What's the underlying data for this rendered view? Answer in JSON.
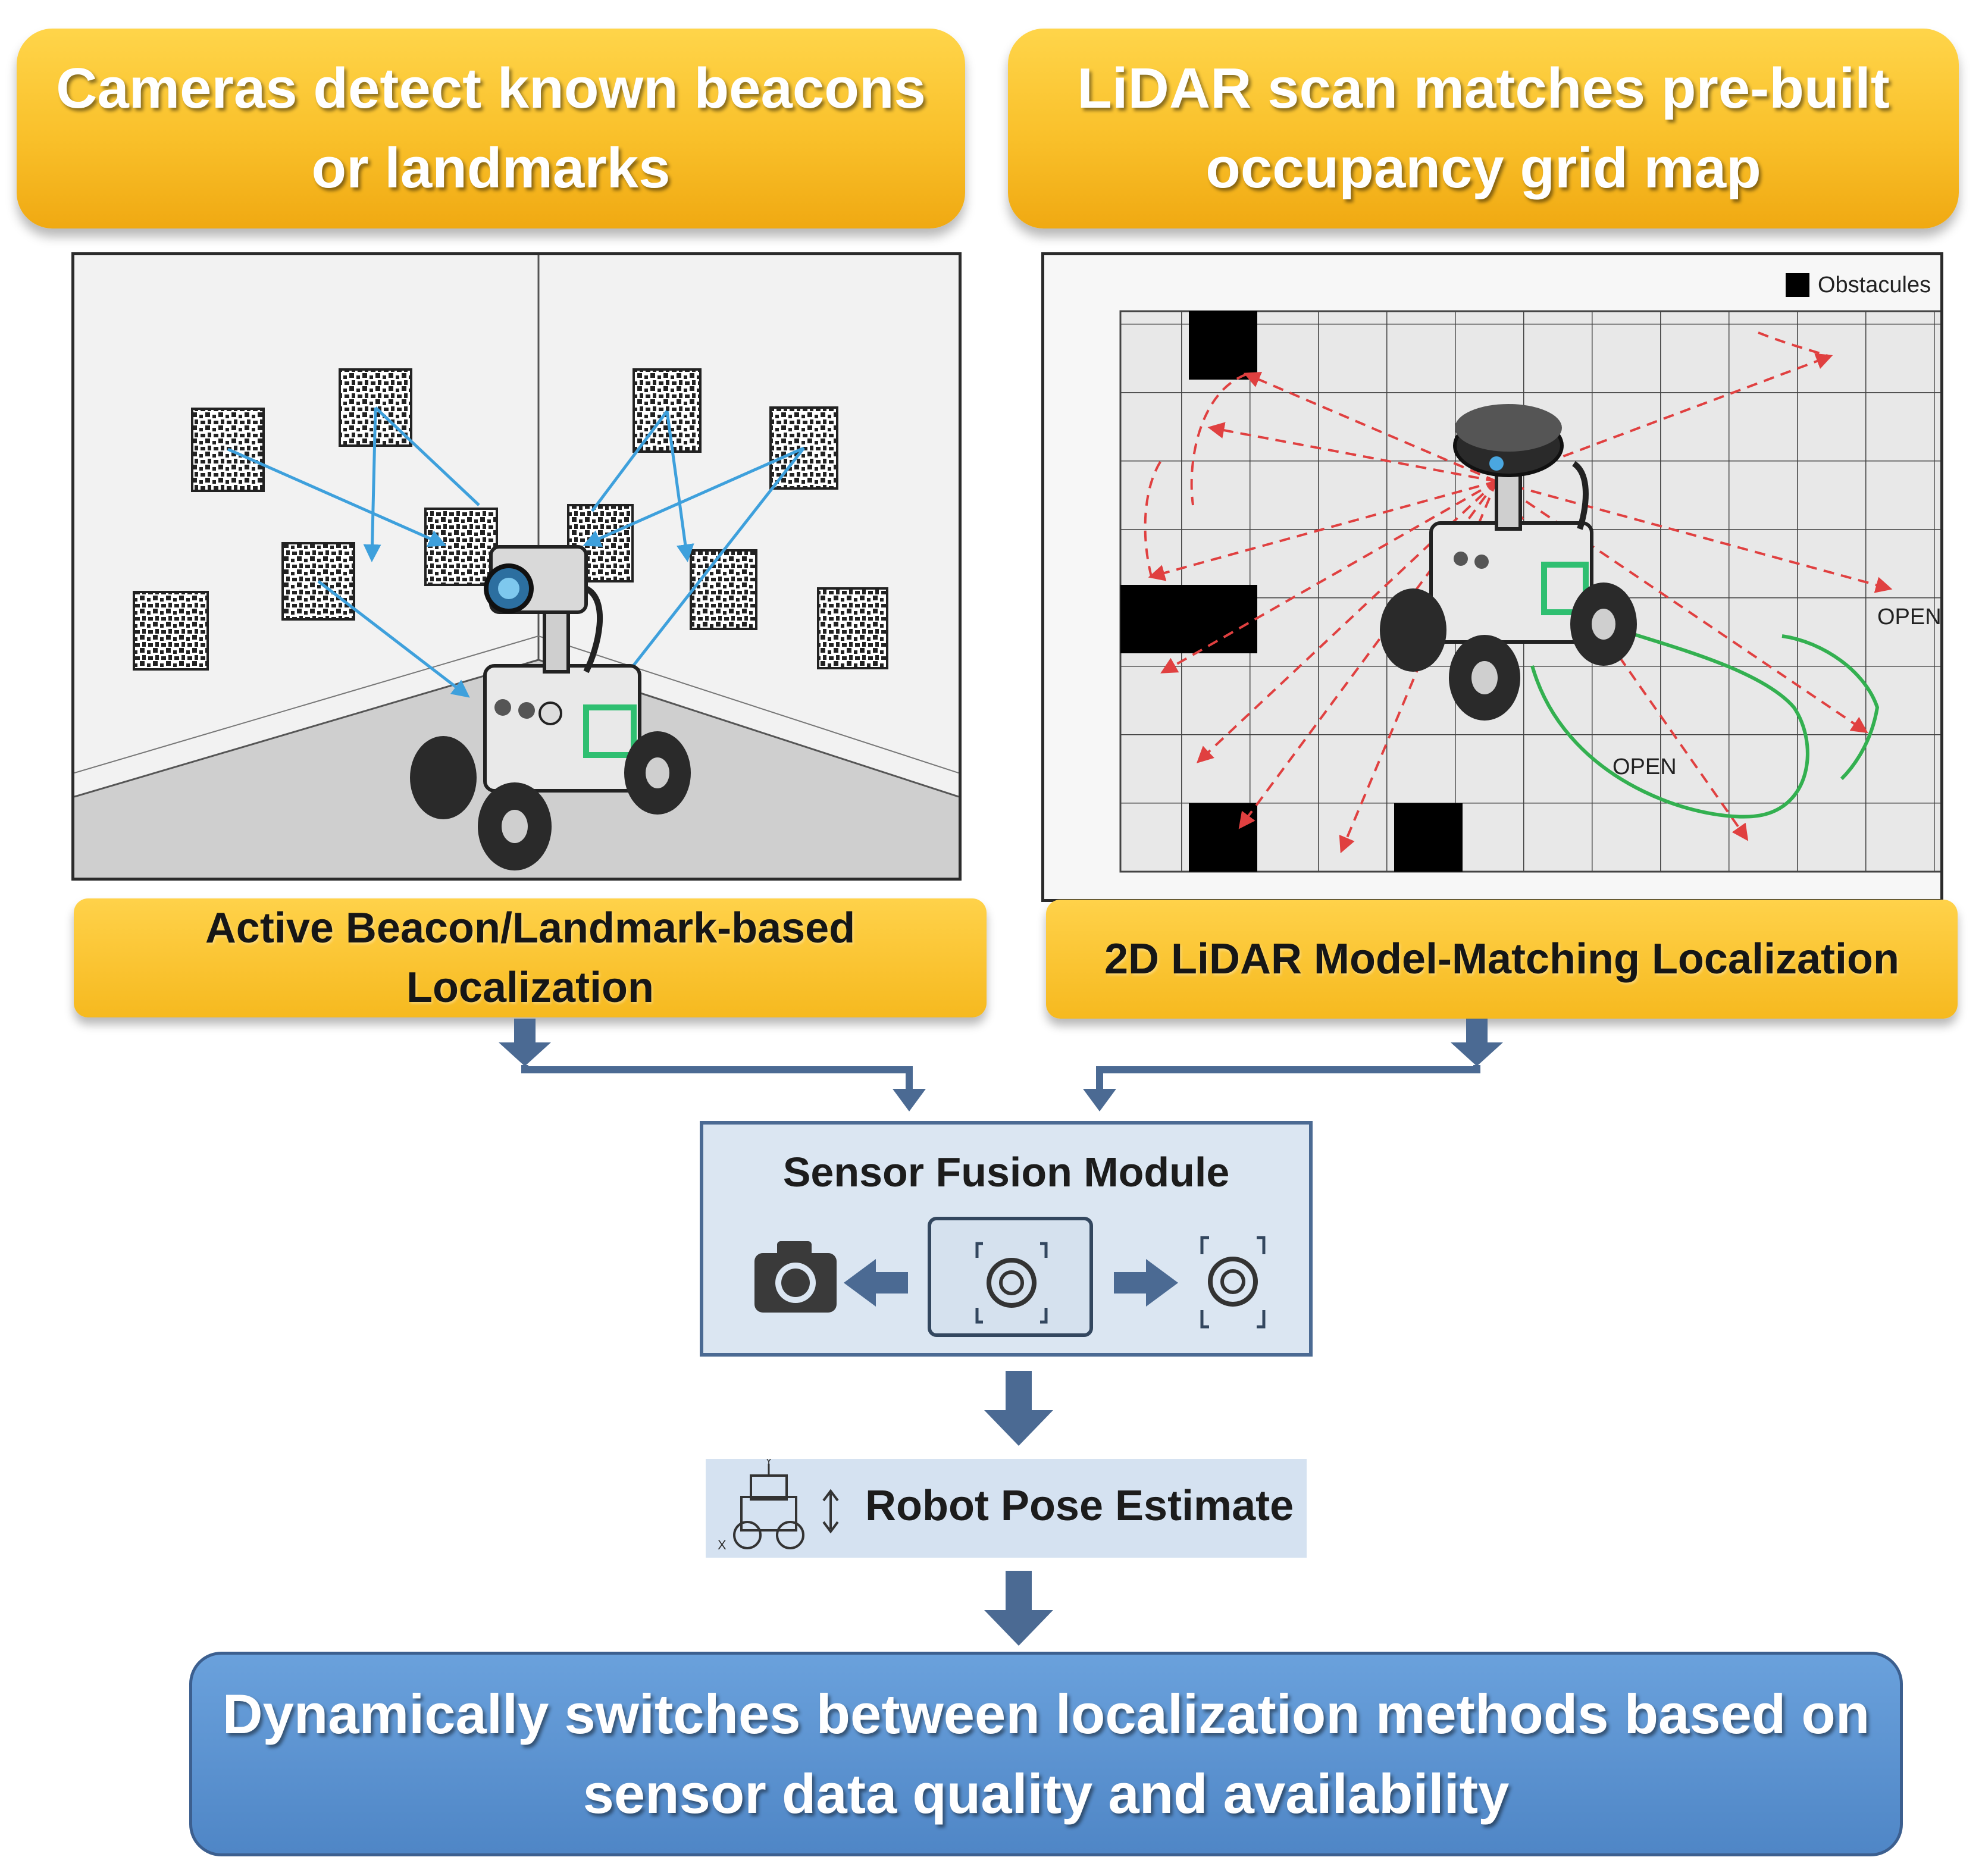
{
  "top_left_banner": "Cameras detect known beacons or landmarks",
  "top_right_banner": "LiDAR scan matches pre-built occupancy grid map",
  "left_label": "Active Beacon/Landmark-based Localization",
  "right_label": "2D LiDAR Model-Matching Localization",
  "grid_map": {
    "legend": "Obstacules",
    "open_label_1": "OPEN",
    "open_label_2": "OPEN"
  },
  "fusion_module": {
    "title": "Sensor Fusion Module",
    "icons": [
      "camera-icon",
      "left-arrow-icon",
      "target-icon",
      "right-arrow-icon",
      "lidar-target-icon"
    ]
  },
  "pose": {
    "label": "Robot Pose Estimate",
    "axis_x": "X",
    "axis_y": "Y"
  },
  "bottom_banner": "Dynamically switches between localization methods based on sensor data quality and availability",
  "colors": {
    "banner_yellow": "#f9c02a",
    "fusion_fill": "#dbe6f2",
    "flow_arrow": "#4b6a93",
    "bottom_blue": "#5b93d3",
    "beacon_line": "#3ea0dc",
    "lidar_ray": "#e04040",
    "path_green": "#33b050"
  }
}
